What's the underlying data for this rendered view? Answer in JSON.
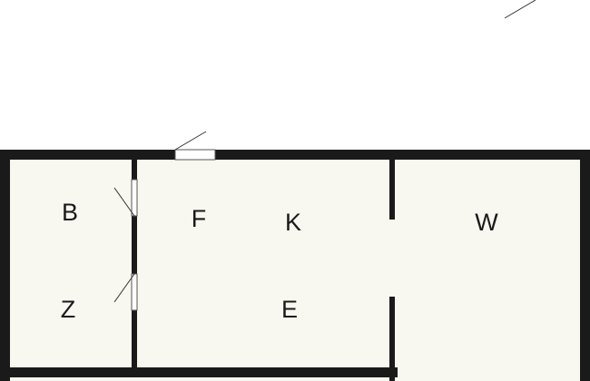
{
  "floor_plan": {
    "rooms": {
      "b": {
        "label": "B"
      },
      "z": {
        "label": "Z"
      },
      "f": {
        "label": "F"
      },
      "k": {
        "label": "K"
      },
      "e": {
        "label": "E"
      },
      "w": {
        "label": "W"
      }
    },
    "colors": {
      "wall": "#1a1a1a",
      "floor": "#f8f8f0",
      "background": "#ffffff",
      "door_swing": "#333333",
      "window_fill": "#ffffff",
      "window_frame": "#555555"
    }
  }
}
